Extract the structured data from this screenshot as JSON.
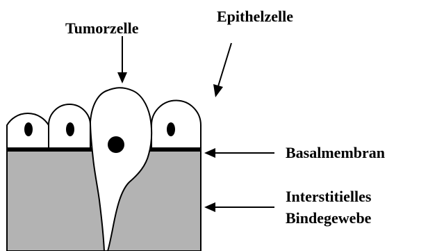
{
  "labels": {
    "tumor_cell": "Tumorzelle",
    "epithelial_cell": "Epithelzelle",
    "basement_membrane": "Basalmembran",
    "interstitial_line1": "Interstitielles",
    "interstitial_line2": "Bindegewebe"
  },
  "colors": {
    "tissue": "#b3b3b3",
    "outline": "#000000",
    "cell_fill": "#ffffff",
    "membrane": "#000000"
  }
}
